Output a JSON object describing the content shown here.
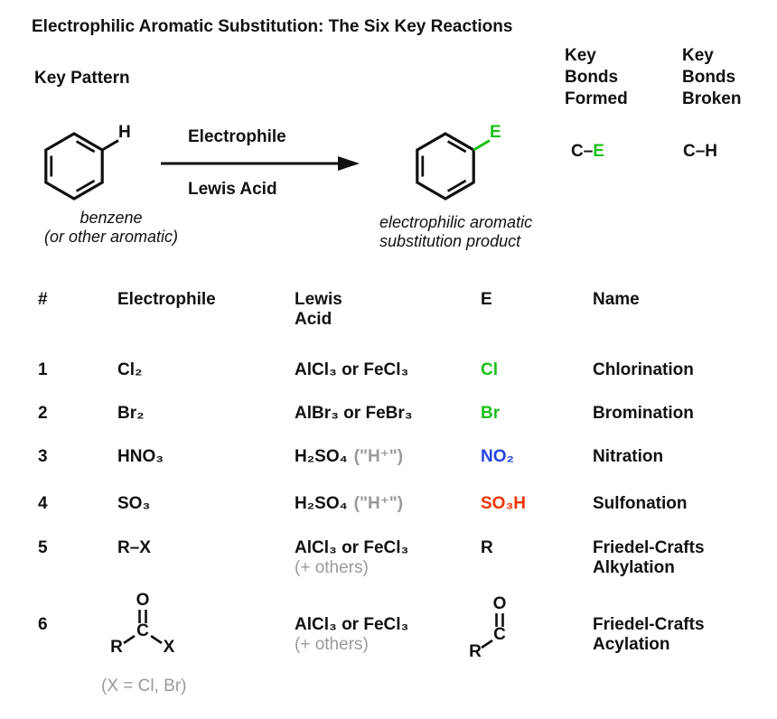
{
  "title": "Electrophilic Aromatic Substitution: The Six Key Reactions",
  "colors": {
    "green": "#16c116",
    "blue": "#2244e0",
    "red": "#ee3300",
    "gray": "#9a9a9a",
    "black": "#111111"
  },
  "scheme": {
    "key_pattern_label": "Key Pattern",
    "reactant": {
      "substituent": "H",
      "caption_line1": "benzene",
      "caption_line2": "(or other aromatic)"
    },
    "arrow": {
      "above": "Electrophile",
      "below": "Lewis Acid"
    },
    "product": {
      "substituent": "E",
      "caption_line1": "electrophilic aromatic",
      "caption_line2": "substitution product"
    },
    "bonds_formed": {
      "header": "Key\nBonds\nFormed",
      "bond_c_part": "C–",
      "bond_e_part": "E"
    },
    "bonds_broken": {
      "header": "Key\nBonds\nBroken",
      "bond": "C–H"
    }
  },
  "table": {
    "headers": {
      "num": "#",
      "electrophile": "Electrophile",
      "lewis": "Lewis\nAcid",
      "e": "E",
      "name": "Name"
    },
    "rows": [
      {
        "num": "1",
        "electrophile": "Cl₂",
        "lewis_main": "AlCl₃ or FeCl₃",
        "lewis_note": "",
        "e": "Cl",
        "e_color": "#16c116",
        "name": "Chlorination"
      },
      {
        "num": "2",
        "electrophile": "Br₂",
        "lewis_main": "AlBr₃ or FeBr₃",
        "lewis_note": "",
        "e": "Br",
        "e_color": "#16c116",
        "name": "Bromination"
      },
      {
        "num": "3",
        "electrophile": "HNO₃",
        "lewis_main": "H₂SO₄",
        "lewis_note": "(\"H⁺\")",
        "e": "NO₂",
        "e_color": "#2244e0",
        "name": "Nitration"
      },
      {
        "num": "4",
        "electrophile": "SO₃",
        "lewis_main": "H₂SO₄",
        "lewis_note": "(\"H⁺\")",
        "e": "SO₃H",
        "e_color": "#ee3300",
        "name": "Sulfonation"
      },
      {
        "num": "5",
        "electrophile": "R–X",
        "lewis_main": "AlCl₃ or FeCl₃",
        "lewis_note": "(+ others)",
        "e": "R",
        "e_color": "#111111",
        "name": "Friedel-Crafts\nAlkylation"
      },
      {
        "num": "6",
        "electrophile_structure": {
          "o": "O",
          "c": "C",
          "r": "R",
          "x": "X"
        },
        "lewis_main": "AlCl₃ or FeCl₃",
        "lewis_note": "(+ others)",
        "e_structure": {
          "o": "O",
          "c": "C",
          "r": "R"
        },
        "name": "Friedel-Crafts\nAcylation"
      }
    ],
    "footnote": "(X = Cl, Br)"
  }
}
